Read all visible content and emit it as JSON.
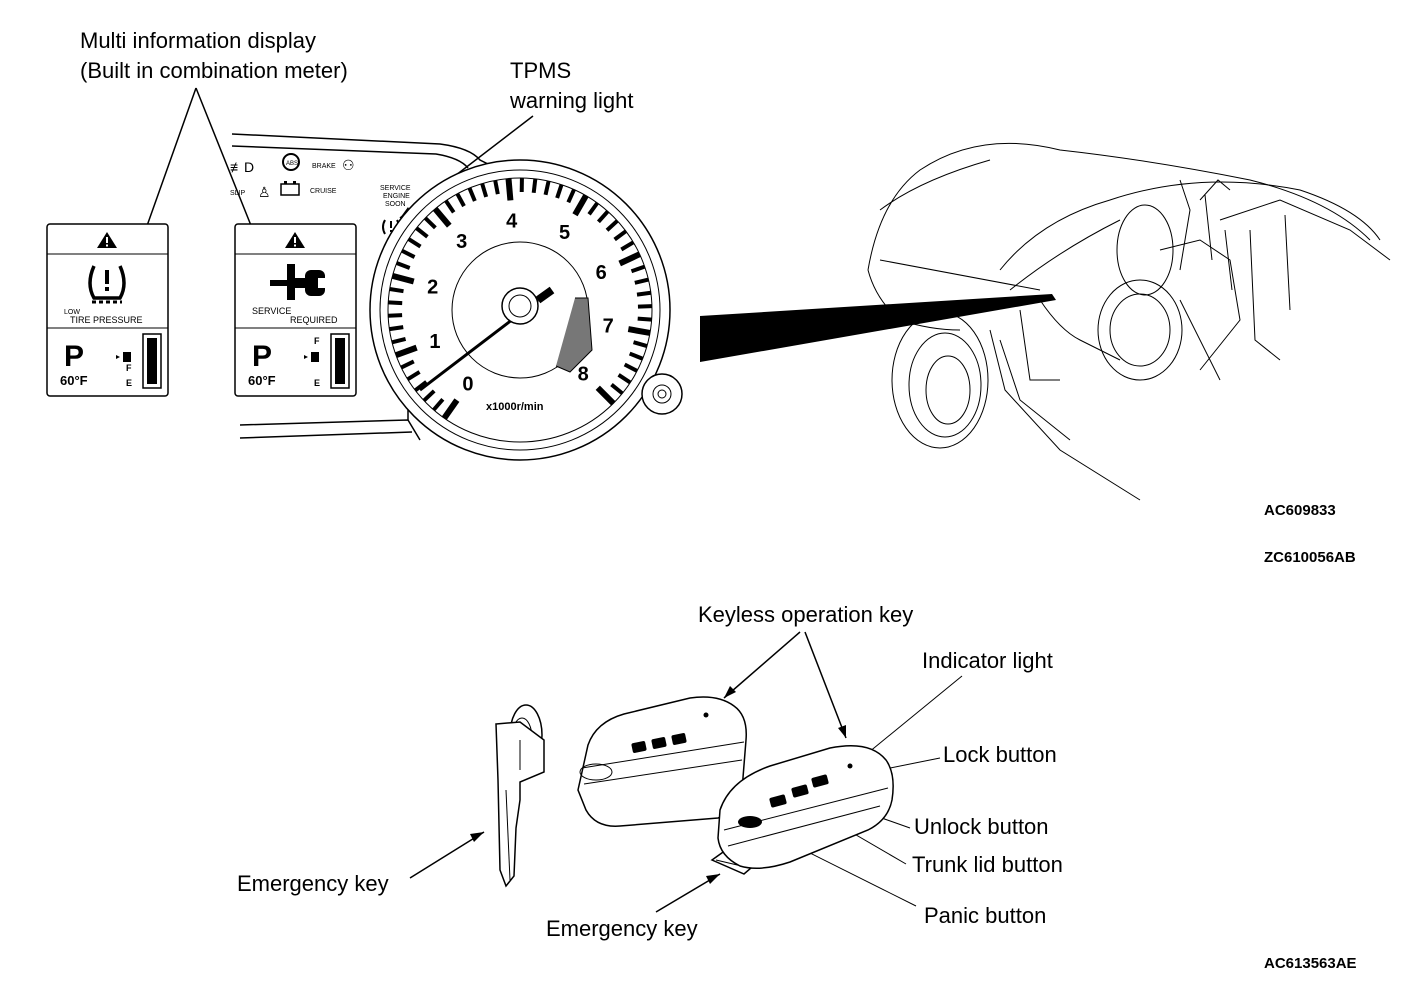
{
  "callouts": {
    "mid_line1": "Multi information display",
    "mid_line2": "(Built in combination meter)",
    "tpms_line1": "TPMS",
    "tpms_line2": "warning light",
    "keyless_key": "Keyless operation key",
    "indicator_light": "Indicator light",
    "lock_button": "Lock button",
    "unlock_button": "Unlock button",
    "trunk_lid_button": "Trunk lid button",
    "panic_button": "Panic button",
    "emergency_key_left": "Emergency key",
    "emergency_key_bottom": "Emergency key"
  },
  "codes": {
    "code1": "AC609833",
    "code2": "ZC610056AB",
    "code3": "AC613563AE"
  },
  "display1": {
    "label_low": "LOW",
    "label_main": "TIRE PRESSURE",
    "gear": "P",
    "temp": "60°F",
    "fuel_full": "F",
    "fuel_empty": "E"
  },
  "display2": {
    "label_line1": "SERVICE",
    "label_line2": "REQUIRED",
    "gear": "P",
    "temp": "60°F",
    "fuel_full": "F",
    "fuel_empty": "E"
  },
  "cluster": {
    "brake": "BRAKE",
    "cruise": "CRUISE",
    "abs": "ABS",
    "service1": "SERVICE",
    "service2": "ENGINE",
    "service3": "SOON",
    "tach_unit": "x1000r/min",
    "tach_numbers": [
      "0",
      "1",
      "2",
      "3",
      "4",
      "5",
      "6",
      "7",
      "8"
    ]
  }
}
